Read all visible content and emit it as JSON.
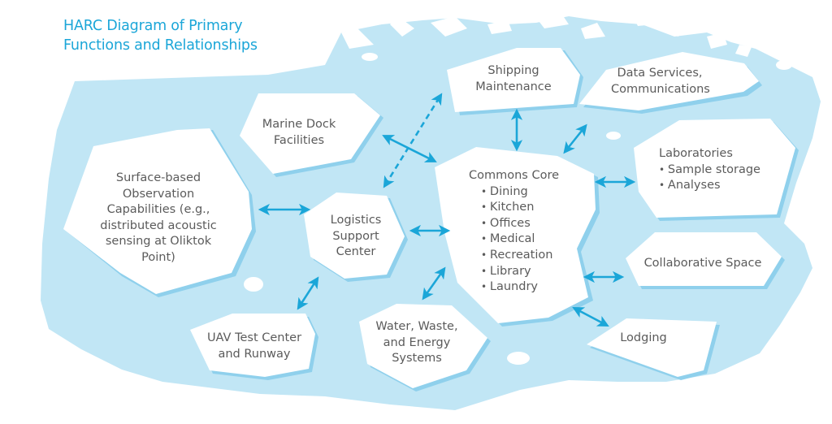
{
  "title": {
    "line1": "HARC Diagram of Primary",
    "line2": "Functions and Relationships"
  },
  "colors": {
    "water": "#c1e6f5",
    "ice": "#ffffff",
    "ice_shadow": "#8fd0ec",
    "arrow": "#1ba6d8",
    "title": "#1ba6d8",
    "text": "#5b5b5b"
  },
  "nodes": {
    "surface_obs": {
      "lines": [
        "Surface-based",
        "Observation",
        "Capabilities (e.g.,",
        "distributed acoustic",
        "sensing at Oliktok",
        "Point)"
      ]
    },
    "marine_dock": {
      "lines": [
        "Marine Dock",
        "Facilities"
      ]
    },
    "shipping": {
      "lines": [
        "Shipping",
        "Maintenance"
      ]
    },
    "data_services": {
      "lines": [
        "Data Services,",
        "Communications"
      ]
    },
    "laboratories": {
      "heading": "Laboratories",
      "items": [
        "Sample storage",
        "Analyses"
      ]
    },
    "commons_core": {
      "heading": "Commons Core",
      "items": [
        "Dining",
        "Kitchen",
        "Offices",
        "Medical",
        "Recreation",
        "Library",
        "Laundry"
      ]
    },
    "logistics": {
      "lines": [
        "Logistics",
        "Support",
        "Center"
      ]
    },
    "collaborative": {
      "lines": [
        "Collaborative Space"
      ]
    },
    "lodging": {
      "lines": [
        "Lodging"
      ]
    },
    "uav": {
      "lines": [
        "UAV Test Center",
        "and Runway"
      ]
    },
    "water_waste": {
      "lines": [
        "Water, Waste,",
        "and Energy",
        "Systems"
      ]
    }
  },
  "connections": [
    {
      "from": "surface_obs",
      "to": "logistics",
      "style": "solid"
    },
    {
      "from": "marine_dock",
      "to": "commons_core",
      "style": "solid"
    },
    {
      "from": "logistics",
      "to": "shipping",
      "style": "dashed"
    },
    {
      "from": "shipping",
      "to": "commons_core",
      "style": "solid"
    },
    {
      "from": "data_services",
      "to": "commons_core",
      "style": "solid"
    },
    {
      "from": "laboratories",
      "to": "commons_core",
      "style": "solid"
    },
    {
      "from": "logistics",
      "to": "commons_core",
      "style": "solid"
    },
    {
      "from": "collaborative",
      "to": "commons_core",
      "style": "solid"
    },
    {
      "from": "lodging",
      "to": "commons_core",
      "style": "solid"
    },
    {
      "from": "uav",
      "to": "logistics",
      "style": "solid"
    },
    {
      "from": "water_waste",
      "to": "commons_core",
      "style": "solid"
    }
  ]
}
